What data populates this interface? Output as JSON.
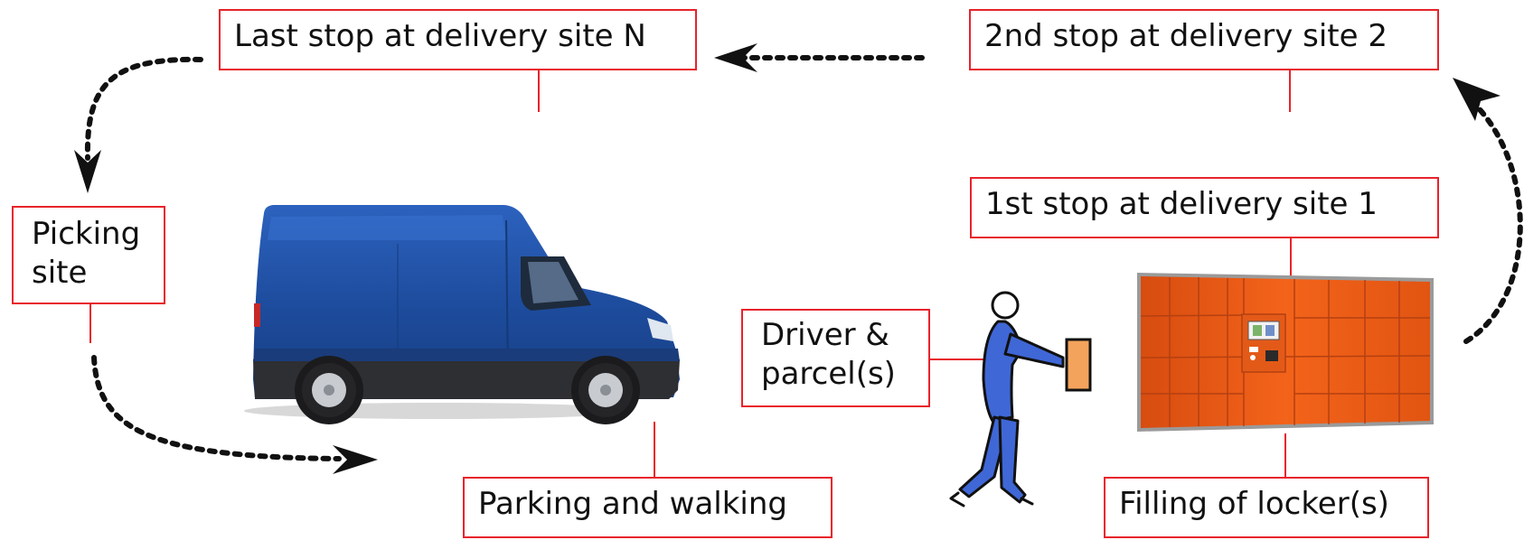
{
  "labels": {
    "last_stop": "Last stop at delivery site N",
    "second_stop": "2nd stop at delivery site 2",
    "first_stop": "1st stop at delivery site 1",
    "picking_site": "Picking\nsite",
    "driver_parcels": "Driver &\nparcel(s)",
    "parking_walking": "Parking and walking",
    "filling_lockers": "Filling of locker(s)"
  },
  "colors": {
    "box_border": "#e8232b",
    "van_body": "#1f4fa3",
    "locker_body": "#f05a14",
    "driver_fill": "#3f67d6",
    "parcel_fill": "#f4a35c"
  },
  "icons": {
    "van": "delivery-van-image",
    "driver": "walking-driver-figure",
    "parcel": "parcel-box",
    "locker": "parcel-locker-image"
  }
}
